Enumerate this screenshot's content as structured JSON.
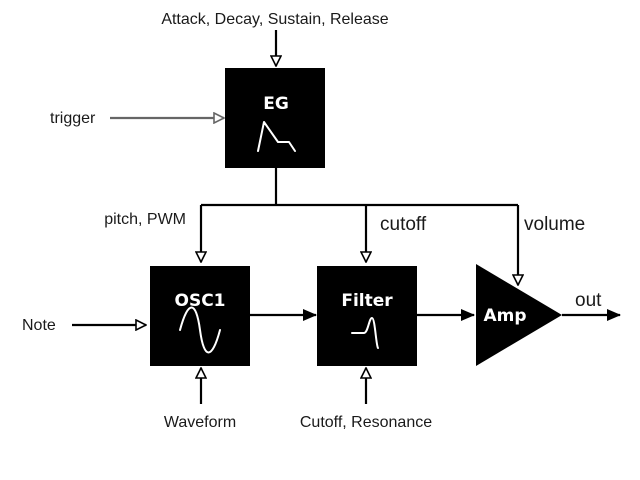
{
  "diagram": {
    "blocks": {
      "eg": {
        "title": "EG",
        "icon": "adsr-envelope-icon"
      },
      "osc1": {
        "title": "OSC1",
        "icon": "sine-wave-icon"
      },
      "filter": {
        "title": "Filter",
        "icon": "lowpass-resonance-icon"
      },
      "amp": {
        "title": "Amp",
        "icon": "triangle-amplifier"
      }
    },
    "labels": {
      "adsr": "Attack, Decay, Sustain, Release",
      "trigger": "trigger",
      "pitch_pwm": "pitch, PWM",
      "cutoff": "cutoff",
      "volume": "volume",
      "note": "Note",
      "out": "out",
      "waveform": "Waveform",
      "cutoff_resonance": "Cutoff, Resonance"
    },
    "colors": {
      "block_fill": "#000000",
      "block_text": "#ffffff",
      "trigger_line": "#666666",
      "background": "#ffffff"
    }
  }
}
